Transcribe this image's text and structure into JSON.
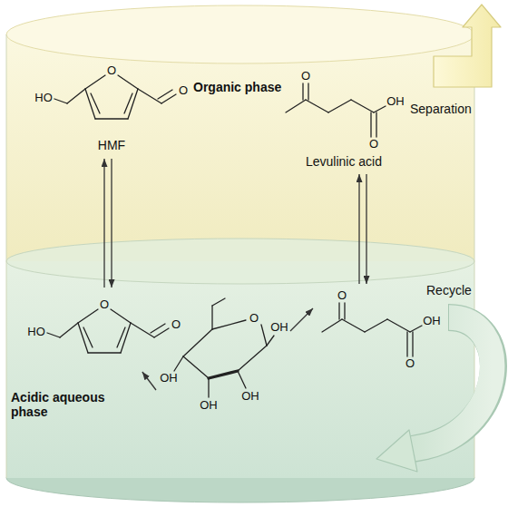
{
  "diagram": {
    "nodes": [
      {
        "text": [
          "Organic phase"
        ]
      },
      {
        "text": [
          "HO",
          "O",
          "O",
          "HMF"
        ],
        "in": 0
      },
      {
        "text": [
          "O",
          "OH",
          "O",
          "Levulinic acid"
        ],
        "in": 0
      },
      {
        "text": [
          "Acidic aqueous phase"
        ]
      },
      {
        "text": [
          "HO",
          "O",
          "O"
        ],
        "in": 3
      },
      {
        "text": [
          "O",
          "OH",
          "O"
        ],
        "in": 3
      },
      {
        "text": [
          "O",
          "OH",
          "OH",
          "OH",
          "OH"
        ],
        "in": 3
      }
    ],
    "edges": [
      {
        "from": 4,
        "to": 1,
        "arrow": "both"
      },
      {
        "from": 5,
        "to": 2,
        "arrow": "both"
      },
      {
        "from": 6,
        "to": 4,
        "arrow": "to"
      },
      {
        "from": 6,
        "to": 5,
        "arrow": "to"
      }
    ],
    "labels": [
      "Separation",
      "Recycle"
    ]
  }
}
